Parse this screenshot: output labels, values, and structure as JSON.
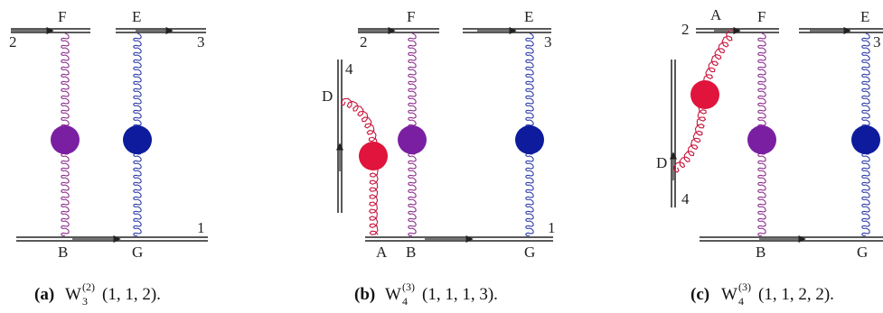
{
  "colors": {
    "purple": "#7a1fa2",
    "blue": "#0d1b9c",
    "red": "#e0143c",
    "gluon_purple": "#8a2a8a",
    "gluon_blue": "#2a3aa8",
    "gluon_red": "#c8143c",
    "line": "#222222"
  },
  "panels": [
    {
      "id": "a",
      "labels": {
        "F": "F",
        "E": "E",
        "n2": "2",
        "n3": "3",
        "n1": "1",
        "B": "B",
        "G": "G"
      },
      "caption": {
        "letter": "(a)",
        "base": "W",
        "sub": "3",
        "sup": "(2)",
        "args": "(1, 1, 2)."
      }
    },
    {
      "id": "b",
      "labels": {
        "F": "F",
        "E": "E",
        "n2": "2",
        "n3": "3",
        "n4": "4",
        "n1": "1",
        "D": "D",
        "A": "A",
        "B": "B",
        "G": "G"
      },
      "caption": {
        "letter": "(b)",
        "base": "W",
        "sub": "4",
        "sup": "(3)",
        "args": "(1, 1, 1, 3)."
      }
    },
    {
      "id": "c",
      "labels": {
        "A": "A",
        "F": "F",
        "E": "E",
        "n2": "2",
        "n3": "3",
        "n4": "4",
        "D": "D",
        "B": "B",
        "G": "G"
      },
      "caption": {
        "letter": "(c)",
        "base": "W",
        "sub": "4",
        "sup": "(3)",
        "args": "(1, 1, 2, 2)."
      }
    }
  ]
}
